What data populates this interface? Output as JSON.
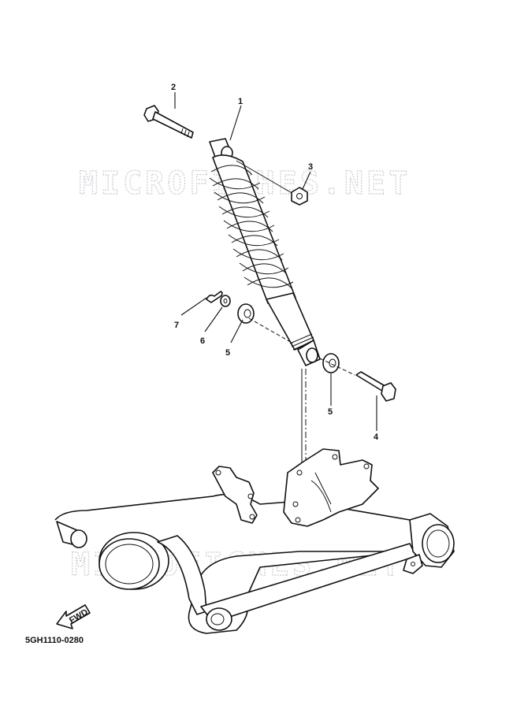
{
  "watermark": {
    "top": "MICROFICHES.NET",
    "bottom": "MICROFICHES.NET"
  },
  "callouts": {
    "c1": "1",
    "c2": "2",
    "c3": "3",
    "c4": "4",
    "c5a": "5",
    "c5b": "5",
    "c6": "6",
    "c7": "7"
  },
  "fwd_label": "FWD",
  "diagram_code": "5GH1110-0280"
}
